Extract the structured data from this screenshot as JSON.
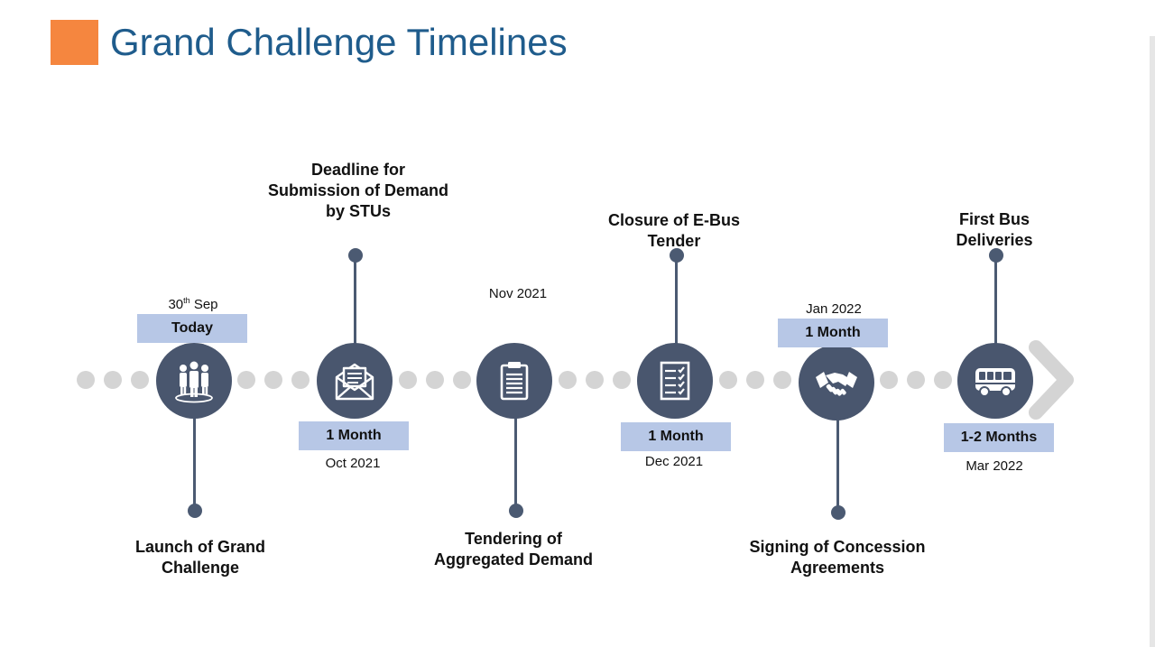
{
  "title": "Grand Challenge Timelines",
  "colors": {
    "accent": "#F5863F",
    "title": "#1F5C8C",
    "node": "#49566E",
    "box": "#B7C7E6",
    "track": "#D4D4D4"
  },
  "milestones": [
    {
      "icon": "people-icon",
      "date_day": "30",
      "date_suffix": "th",
      "date_rest": " Sep",
      "box": "Today",
      "label_lines": [
        "Launch of Grand",
        "Challenge"
      ]
    },
    {
      "icon": "envelope-icon",
      "box": "1 Month",
      "date": "Oct 2021",
      "label_lines": [
        "Deadline for",
        "Submission of Demand",
        "by STUs"
      ]
    },
    {
      "icon": "clipboard-icon",
      "date": "Nov 2021",
      "label_lines": [
        "Tendering of",
        "Aggregated Demand"
      ]
    },
    {
      "icon": "checklist-icon",
      "box": "1 Month",
      "date": "Dec 2021",
      "label_lines": [
        "Closure of E-Bus",
        "Tender"
      ]
    },
    {
      "icon": "handshake-icon",
      "date": "Jan 2022",
      "box": "1 Month",
      "label_lines": [
        "Signing of Concession",
        "Agreements"
      ]
    },
    {
      "icon": "bus-icon",
      "box": "1-2 Months",
      "date": "Mar 2022",
      "label_lines": [
        "First Bus",
        "Deliveries"
      ]
    }
  ]
}
